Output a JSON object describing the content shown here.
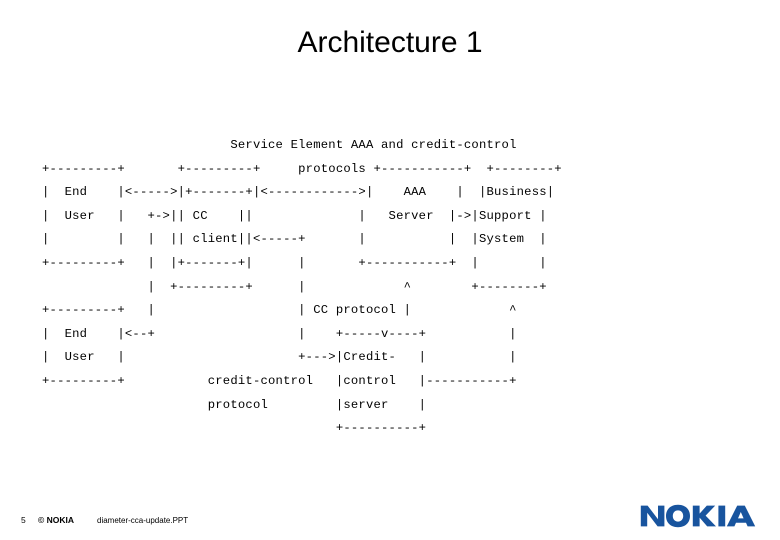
{
  "slide": {
    "title": "Architecture 1",
    "page_number": "5",
    "copyright": "© NOKIA",
    "filename": "diameter-cca-update.PPT",
    "logo_text": "NOKIA",
    "logo_color": "#18549e",
    "background_color": "#ffffff",
    "text_color": "#000000"
  },
  "diagram": {
    "type": "ascii-art",
    "labels": {
      "header_line_1": "Service Element AAA and credit-control",
      "header_line_2": "protocols",
      "cc_protocol": "CC protocol",
      "credit_control_protocol_line_1": "credit-control",
      "credit_control_protocol_line_2": "protocol"
    },
    "nodes": [
      {
        "name": "end-user-top",
        "lines": [
          "End",
          "User"
        ]
      },
      {
        "name": "cc-client",
        "lines": [
          "CC",
          "client"
        ]
      },
      {
        "name": "aaa-server",
        "lines": [
          "AAA",
          "Server"
        ]
      },
      {
        "name": "business-support-system",
        "lines": [
          "Business",
          "Support",
          "System"
        ]
      },
      {
        "name": "end-user-bottom",
        "lines": [
          "End",
          "User"
        ]
      },
      {
        "name": "credit-control-server",
        "lines": [
          "Credit-",
          "control",
          "server"
        ]
      }
    ],
    "art": "                         Service Element AAA and credit-control\n+---------+       +---------+     protocols +-----------+  +--------+\n|  End    |<----->|+-------+|<------------>|    AAA    |  |Business|\n|  User   |   +->|| CC    ||              |   Server  |->|Support |\n|         |   |  || client||<-----+       |           |  |System  |\n+---------+   |  |+-------+|      |       +-----------+  |        |\n              |  +---------+      |             ^        +--------+\n+---------+   |                   | CC protocol |             ^\n|  End    |<--+                   |    +-----v----+           |\n|  User   |                       +--->|Credit-   |           |\n+---------+           credit-control   |control   |-----------+\n                      protocol         |server    |\n                                       +----------+"
  }
}
